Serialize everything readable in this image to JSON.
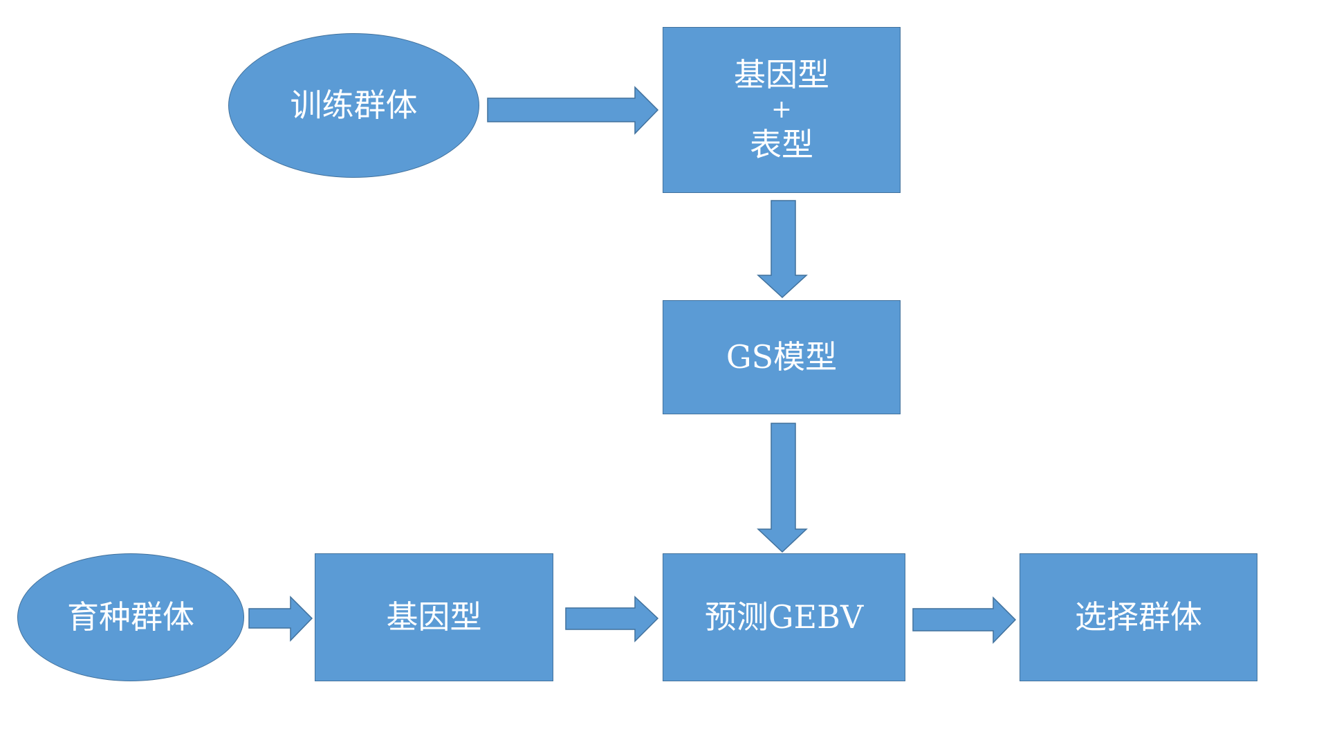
{
  "colors": {
    "shape_fill": "#5b9bd5",
    "shape_border": "#41719c",
    "text": "#ffffff",
    "background": "#ffffff"
  },
  "nodes": {
    "training_population": "训练群体",
    "genotype_phenotype": {
      "line1": "基因型",
      "line2": "+",
      "line3": "表型"
    },
    "gs_model": "GS模型",
    "breeding_population": "育种群体",
    "genotype": "基因型",
    "predict_gebv": "预测GEBV",
    "selected_population": "选择群体"
  }
}
